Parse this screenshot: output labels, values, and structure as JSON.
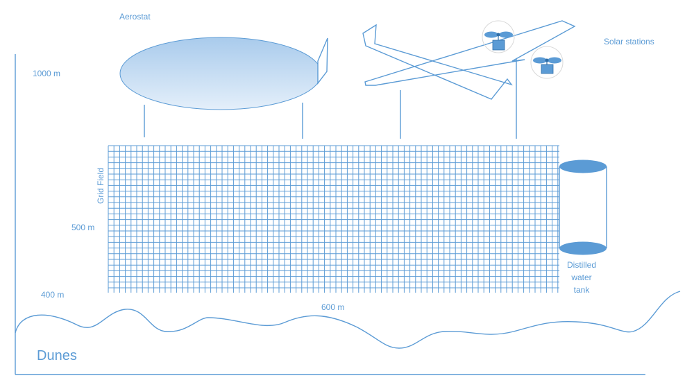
{
  "labels": {
    "aerostat": "Aerostat",
    "solar_stations": "Solar stations",
    "alt_1000": "1000 m",
    "alt_500": "500 m",
    "alt_400": "400 m",
    "grid_field": "Grid Field",
    "width_600": "600 m",
    "tank_line1": "Distilled",
    "tank_line2": "water",
    "tank_line3": "tank",
    "dunes": "Dunes"
  },
  "colors": {
    "line": "#5b9bd5",
    "fill_light": "#c9dff2",
    "fill_dark": "#5b9bd5"
  },
  "icons": [
    "aerostat-balloon-icon",
    "solar-glider-icon",
    "propeller-icon",
    "water-tank-icon"
  ]
}
